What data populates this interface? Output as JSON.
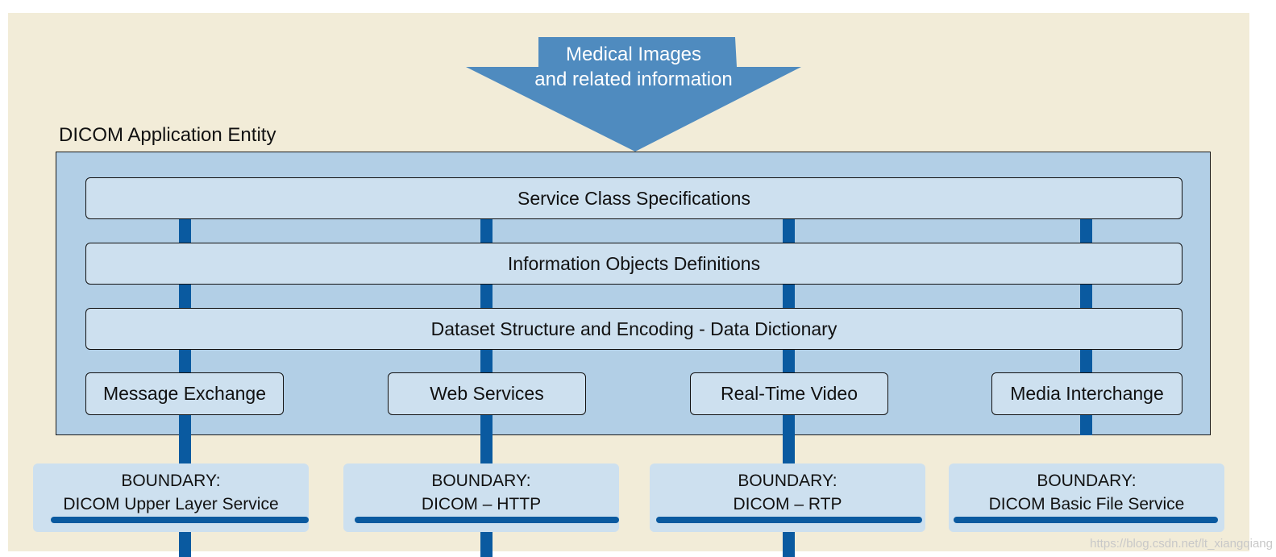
{
  "arrow": {
    "line1": "Medical Images",
    "line2": "and related information",
    "color": "#4f8bbf"
  },
  "entity": {
    "label": "DICOM Application Entity"
  },
  "layers": [
    "Service Class Specifications",
    "Information Objects Definitions",
    "Dataset Structure and Encoding - Data Dictionary"
  ],
  "services": [
    "Message Exchange",
    "Web Services",
    "Real-Time Video",
    "Media Interchange"
  ],
  "boundaries": [
    {
      "title": "BOUNDARY:",
      "name": "DICOM Upper Layer Service"
    },
    {
      "title": "BOUNDARY:",
      "name": "DICOM – HTTP"
    },
    {
      "title": "BOUNDARY:",
      "name": "DICOM – RTP"
    },
    {
      "title": "BOUNDARY:",
      "name": "DICOM Basic File Service"
    }
  ],
  "watermark": "https://blog.csdn.net/lt_xiangqiang",
  "colors": {
    "background": "#f2ecd8",
    "entity_fill": "#b2cfe6",
    "box_fill": "#cde0ef",
    "connector": "#0a5aa0"
  }
}
